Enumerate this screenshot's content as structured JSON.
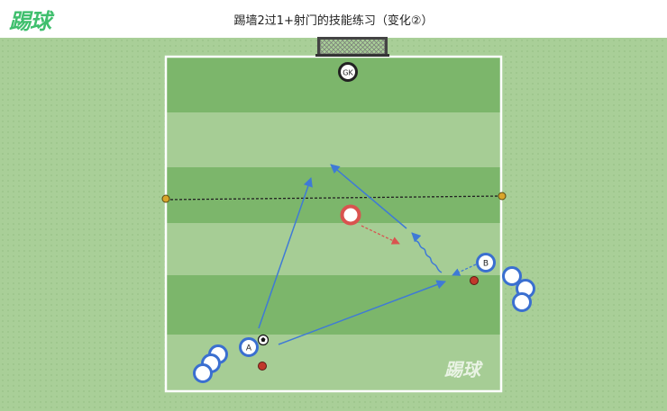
{
  "header": {
    "logo_text": "踢球",
    "title": "踢墙2过1+射门的技能练习（变化②）"
  },
  "watermark": {
    "text": "踢球"
  },
  "players": {
    "goalkeeper_label": "GK",
    "player_a_label": "A",
    "player_b_label": "B"
  },
  "colors": {
    "pass_arrow": "#3f7ad6",
    "run_arrow": "#d9534f",
    "player_ring": "#3a6fd0",
    "cone": "#c0392b",
    "marker": "#d9a52b"
  }
}
